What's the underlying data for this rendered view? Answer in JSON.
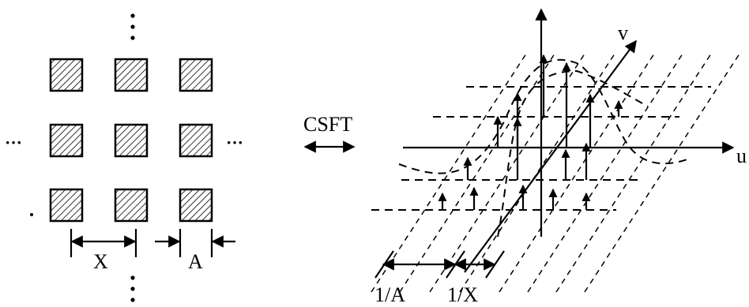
{
  "labels": {
    "transform": "CSFT",
    "spacing": "X",
    "width": "A",
    "freq_width": "1/A",
    "freq_spacing": "1/X",
    "axis_u": "u",
    "axis_v": "v",
    "ellipsis": "···"
  }
}
